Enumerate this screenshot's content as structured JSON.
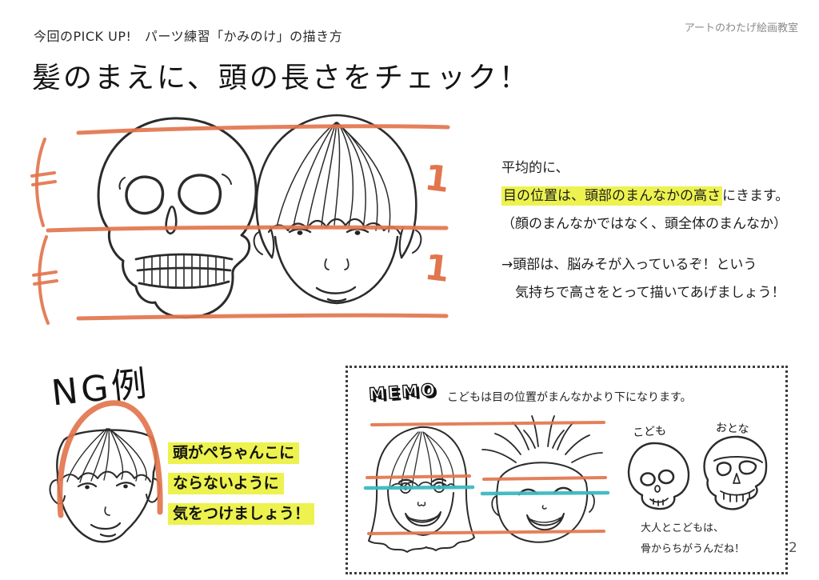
{
  "page": {
    "kicker": "今回のPICK UP!　パーツ練習「かみのけ」の描き方",
    "brand": "アートのわたげ絵画教室",
    "title": "髪のまえに、頭の長さをチェック！",
    "page_number": "2"
  },
  "explanation": {
    "line1": "平均的に、",
    "line2_highlight": "目の位置は、頭部のまんなかの高さ",
    "line2_rest": "にきます。",
    "line3": "（顔のまんなかではなく、頭全体のまんなか）",
    "line4": "→頭部は、脳みそが入っているぞ！という",
    "line5": "気持ちで高さをとって描いてあげましょう！"
  },
  "main_figure": {
    "ratio_top": "1",
    "ratio_bottom": "1"
  },
  "ng": {
    "label": "NG例",
    "caution_lines": [
      "頭がぺちゃんこに",
      "ならないように",
      "気をつけましょう！"
    ]
  },
  "memo": {
    "label": "MEMO",
    "text": "こどもは目の位置がまんなかより下になります。",
    "skull_child_label": "こども",
    "skull_adult_label": "おとな",
    "note_line1": "大人とこどもは、",
    "note_line2": "骨からちがうんだね！"
  },
  "colors": {
    "guide_orange": "#e2754d",
    "eye_line_teal": "#3bb8bf",
    "highlight_yellow": "#edf24f"
  }
}
